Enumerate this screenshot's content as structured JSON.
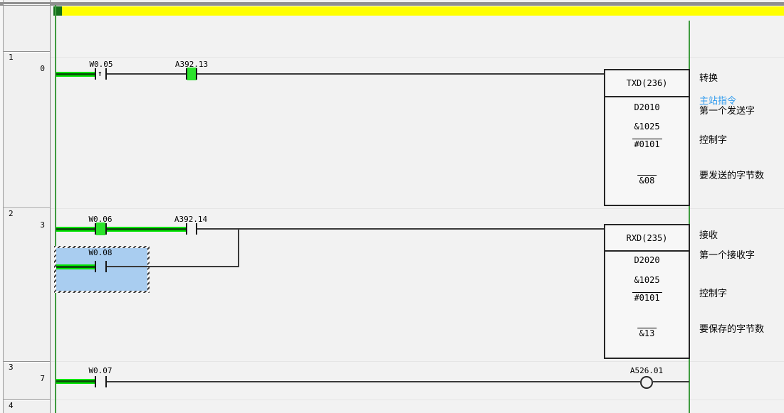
{
  "margin": {
    "rows": [
      {
        "number": "1",
        "step": "0"
      },
      {
        "number": "2",
        "step": "3"
      },
      {
        "number": "3",
        "step": "7"
      },
      {
        "number": "4",
        "step": ""
      }
    ]
  },
  "icons": {
    "rising_edge": "↑"
  },
  "rung1": {
    "contacts": {
      "c1": "W0.05",
      "c2": "A392.13"
    },
    "block": {
      "name": "TXD(236)",
      "op1": "D2010",
      "op1_value": "&1025",
      "op2": "#0101",
      "op3": "&08"
    },
    "comments": {
      "title": "转换",
      "symbol": "主站指令",
      "desc1": "第一个发送字",
      "desc2": "控制字",
      "desc3": "要发送的字节数"
    }
  },
  "rung2": {
    "contacts": {
      "c1": "W0.06",
      "c2": "A392.14",
      "c3": "W0.08"
    },
    "block": {
      "name": "RXD(235)",
      "op1": "D2020",
      "op1_value": "&1025",
      "op2": "#0101",
      "op3": "&13"
    },
    "comments": {
      "title": "接收",
      "desc1": "第一个接收字",
      "desc2": "控制字",
      "desc3": "要保存的字节数"
    }
  },
  "rung3": {
    "contacts": {
      "c1": "W0.07"
    },
    "coil": "A526.01"
  },
  "colors": {
    "power_flow": "#00e400",
    "energized_contact": "#2be32b",
    "bus_rail": "#3f9b3f",
    "rung_comment_bar": "#ffff00",
    "rung_marker": "#156f1c",
    "selection_fill": "#a9cdf0",
    "symbol_comment_text": "#2f9bee"
  }
}
